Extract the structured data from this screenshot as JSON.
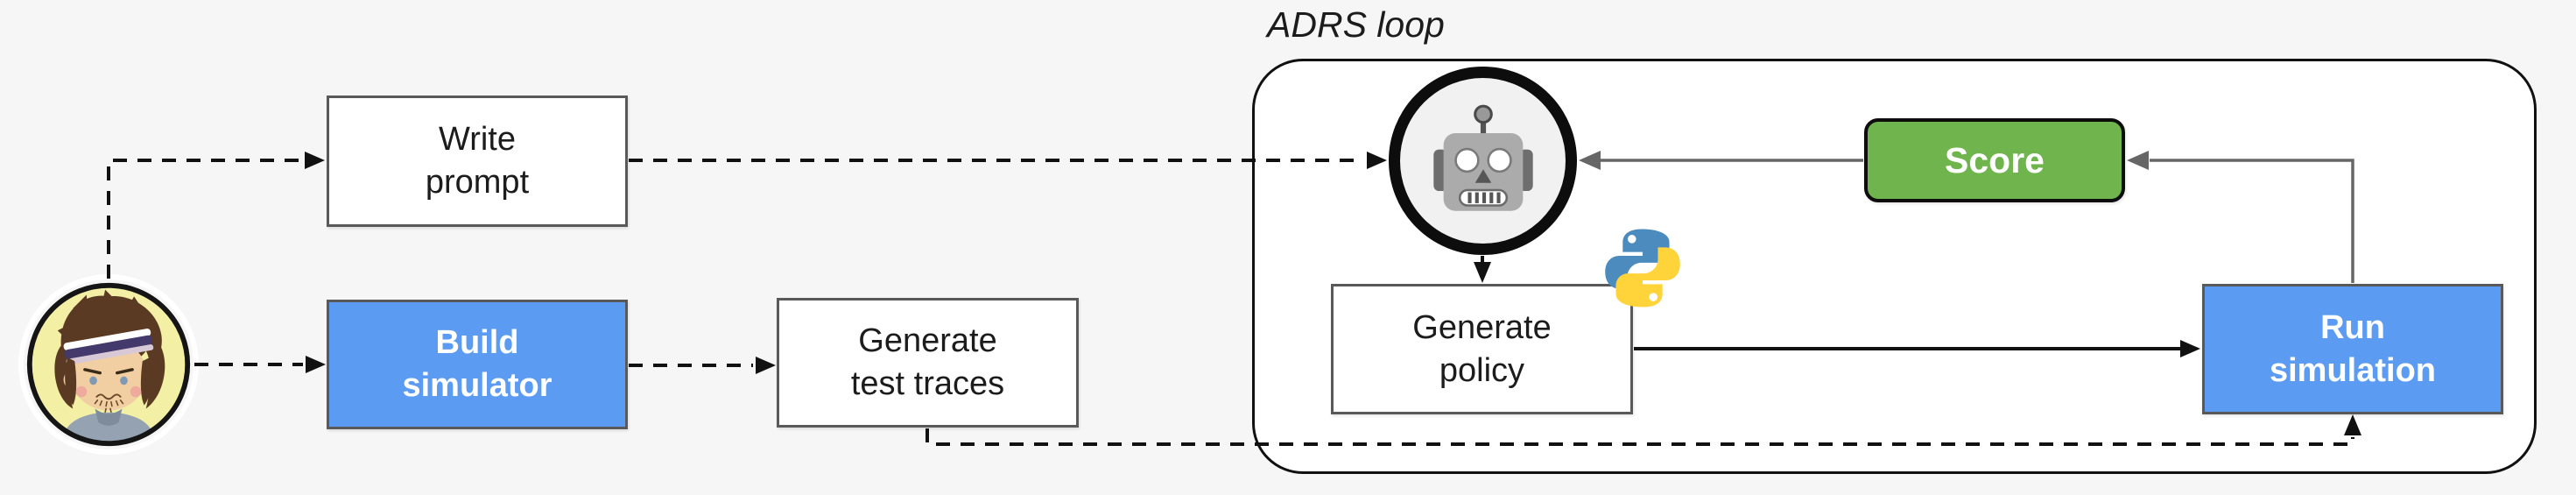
{
  "canvas": {
    "background": "#f6f6f6"
  },
  "adrs_loop": {
    "label": "ADRS loop"
  },
  "nodes": {
    "write_prompt": {
      "label": "Write\nprompt"
    },
    "build_simulator": {
      "label": "Build\nsimulator"
    },
    "generate_test_traces": {
      "label": "Generate\ntest traces"
    },
    "generate_policy": {
      "label": "Generate\npolicy"
    },
    "score": {
      "label": "Score"
    },
    "run_simulation": {
      "label": "Run\nsimulation"
    }
  },
  "icons": {
    "user_avatar": "cartoon-user-avatar",
    "robot": "robot-face-icon",
    "python": "python-logo-icon"
  },
  "colors": {
    "background": "#f6f6f6",
    "panel": "#ffffff",
    "accent-blue": "#5b9bf2",
    "accent-green": "#6fb44d",
    "box-border": "#595959",
    "line-black": "#111111",
    "line-gray": "#666666",
    "text-dark": "#1c1c1c",
    "text-light": "#ffffff",
    "python-blue": "#4b8bbe",
    "python-yellow": "#ffd43b",
    "avatar-bg": "#f3efa5"
  },
  "edges": [
    {
      "from": "user",
      "to": "write_prompt",
      "style": "dashed-black"
    },
    {
      "from": "user",
      "to": "build_simulator",
      "style": "dashed-black"
    },
    {
      "from": "write_prompt",
      "to": "robot_llm",
      "style": "dashed-black"
    },
    {
      "from": "build_simulator",
      "to": "generate_test_traces",
      "style": "dashed-black"
    },
    {
      "from": "generate_test_traces",
      "to": "run_simulation",
      "style": "dashed-black"
    },
    {
      "from": "robot_llm",
      "to": "generate_policy",
      "style": "solid-black"
    },
    {
      "from": "generate_policy",
      "to": "run_simulation",
      "style": "solid-black"
    },
    {
      "from": "run_simulation",
      "to": "score",
      "style": "solid-gray"
    },
    {
      "from": "score",
      "to": "robot_llm",
      "style": "solid-gray"
    }
  ]
}
